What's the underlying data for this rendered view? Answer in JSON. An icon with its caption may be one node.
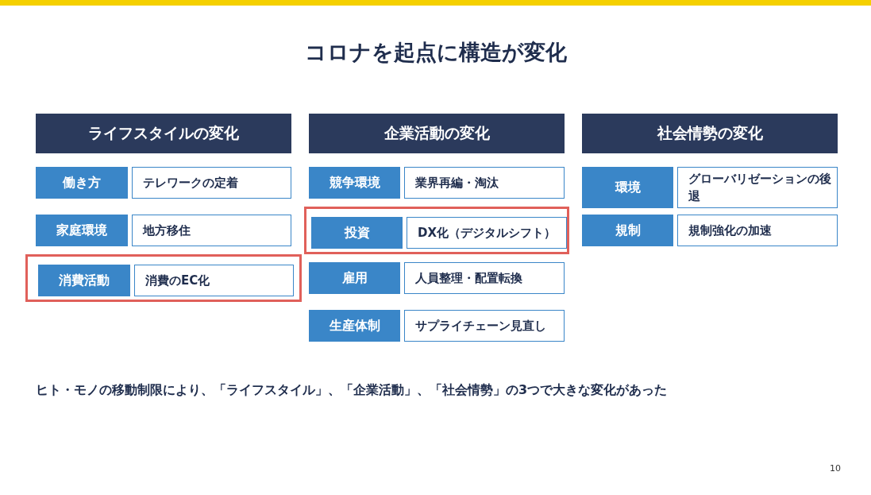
{
  "diagram": {
    "title": "コロナを起点に構造が変化",
    "caption": "ヒト・モノの移動制限により、「ライフスタイル」、「企業活動」、「社会情勢」の3つで大きな変化があった",
    "nodes": [
      {
        "text": [
          "ライフスタイルの変化"
        ]
      },
      {
        "text": [
          "働き方"
        ]
      },
      {
        "text": [
          "テレワークの定着"
        ]
      },
      {
        "text": [
          "家庭環境"
        ]
      },
      {
        "text": [
          "地方移住"
        ]
      },
      {
        "text": [],
        "shape": "box"
      },
      {
        "text": [
          "消費活動"
        ],
        "in": 5
      },
      {
        "text": [
          "消費のEC化"
        ],
        "in": 5
      },
      {
        "text": [
          "企業活動の変化"
        ]
      },
      {
        "text": [
          "競争環境"
        ]
      },
      {
        "text": [
          "業界再編・淘汰"
        ]
      },
      {
        "text": [],
        "shape": "box"
      },
      {
        "text": [
          "投資"
        ],
        "in": 11
      },
      {
        "text": [
          "DX化（デジタルシフト）"
        ],
        "in": 11
      },
      {
        "text": [
          "雇用"
        ]
      },
      {
        "text": [
          "人員整理・配置転換"
        ]
      },
      {
        "text": [
          "生産体制"
        ]
      },
      {
        "text": [
          "サプライチェーン見直し"
        ]
      },
      {
        "text": [
          "社会情勢の変化"
        ]
      },
      {
        "text": [
          "環境"
        ]
      },
      {
        "text": [
          "グローバリゼーションの後退"
        ]
      },
      {
        "text": [
          "規制"
        ]
      },
      {
        "text": [
          "規制強化の加速"
        ]
      }
    ],
    "labels": [
      "10"
    ]
  }
}
